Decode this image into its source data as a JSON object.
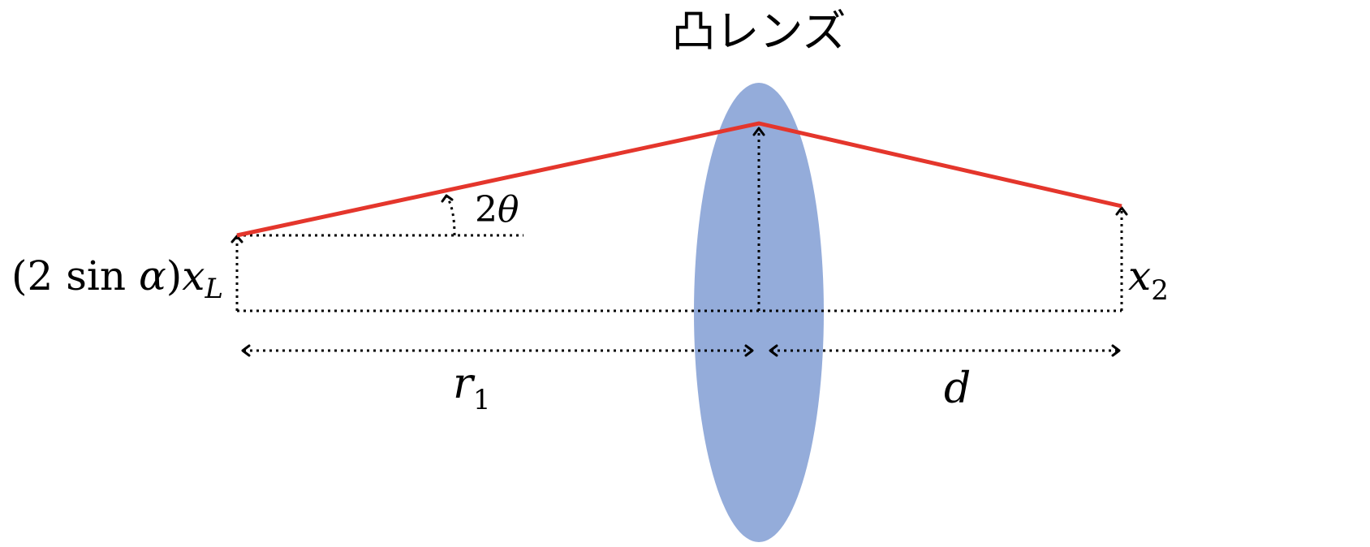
{
  "diagram": {
    "title": "凸レンズ",
    "colors": {
      "lens": "#94ACDA",
      "ray": "#E4362C",
      "guide": "#000000"
    },
    "labels": {
      "left_height_prefix": "(2 sin ",
      "left_height_alpha": "α",
      "left_height_paren": ")",
      "left_height_x": "x",
      "left_height_sub": "L",
      "angle_coef": "2",
      "angle_symbol": "θ",
      "right_height_x": "x",
      "right_height_sub": "2",
      "left_distance_r": "r",
      "left_distance_sub": "1",
      "right_distance": "d"
    }
  }
}
